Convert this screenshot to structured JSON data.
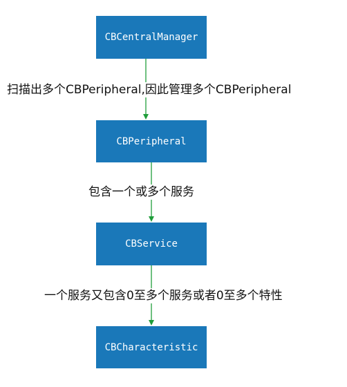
{
  "nodes": [
    {
      "label": "CBCentralManager"
    },
    {
      "label": "CBPeripheral"
    },
    {
      "label": "CBService"
    },
    {
      "label": "CBCharacteristic"
    }
  ],
  "edges": [
    {
      "label": "扫描出多个CBPeripheral,因此管理多个CBPeripheral"
    },
    {
      "label": "包含一个或多个服务"
    },
    {
      "label": "一个服务又包含0至多个服务或者0至多个特性"
    }
  ],
  "colors": {
    "node_fill": "#1a78b9",
    "node_text": "#ffffff",
    "connector": "#1f9d3a",
    "label_text": "#111111"
  }
}
